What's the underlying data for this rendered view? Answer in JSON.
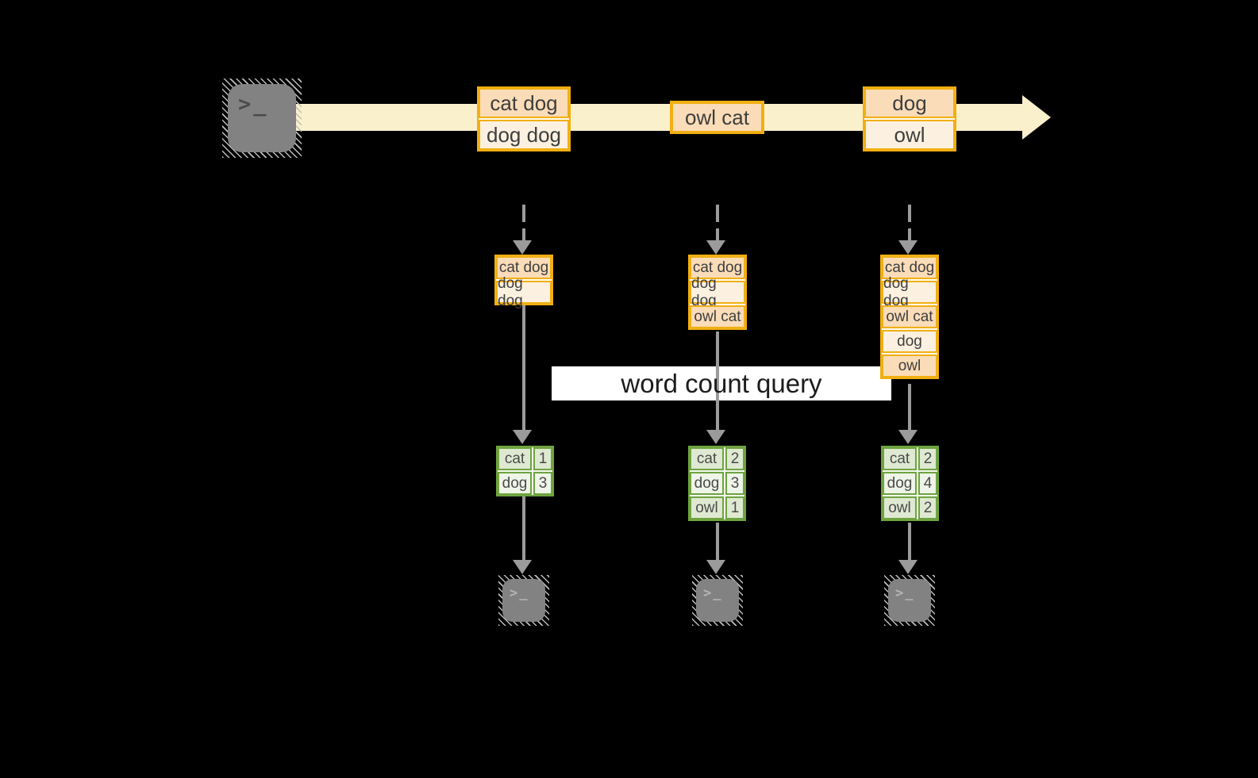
{
  "query_label": "word count query",
  "icons": {
    "terminal_prompt": ">_",
    "source_terminal": "terminal-icon",
    "sink_terminal": "terminal-icon"
  },
  "stream": {
    "batches": [
      {
        "records": [
          "cat dog",
          "dog dog"
        ]
      },
      {
        "records": [
          "owl cat"
        ]
      },
      {
        "records": [
          "dog",
          "owl"
        ]
      }
    ]
  },
  "snapshots": [
    {
      "state": [
        "cat dog",
        "dog dog"
      ],
      "counts": [
        {
          "word": "cat",
          "count": "1"
        },
        {
          "word": "dog",
          "count": "3"
        }
      ]
    },
    {
      "state": [
        "cat dog",
        "dog dog",
        "owl cat"
      ],
      "counts": [
        {
          "word": "cat",
          "count": "2"
        },
        {
          "word": "dog",
          "count": "3"
        },
        {
          "word": "owl",
          "count": "1"
        }
      ]
    },
    {
      "state": [
        "cat dog",
        "dog dog",
        "owl cat",
        "dog",
        "owl"
      ],
      "counts": [
        {
          "word": "cat",
          "count": "2"
        },
        {
          "word": "dog",
          "count": "4"
        },
        {
          "word": "owl",
          "count": "2"
        }
      ]
    }
  ],
  "colors": {
    "stream_band": "#FAF0CB",
    "record_border": "#F1AF12",
    "record_fill_dark": "#FADCB8",
    "record_fill_light": "#FCF1E0",
    "table_border": "#6EA43F",
    "table_fill_dark": "#DFE9D2",
    "table_fill_light": "#EEF4E8",
    "arrow": "#9B9B9B",
    "terminal": "#828282",
    "label_bg": "#FFFFFF"
  }
}
